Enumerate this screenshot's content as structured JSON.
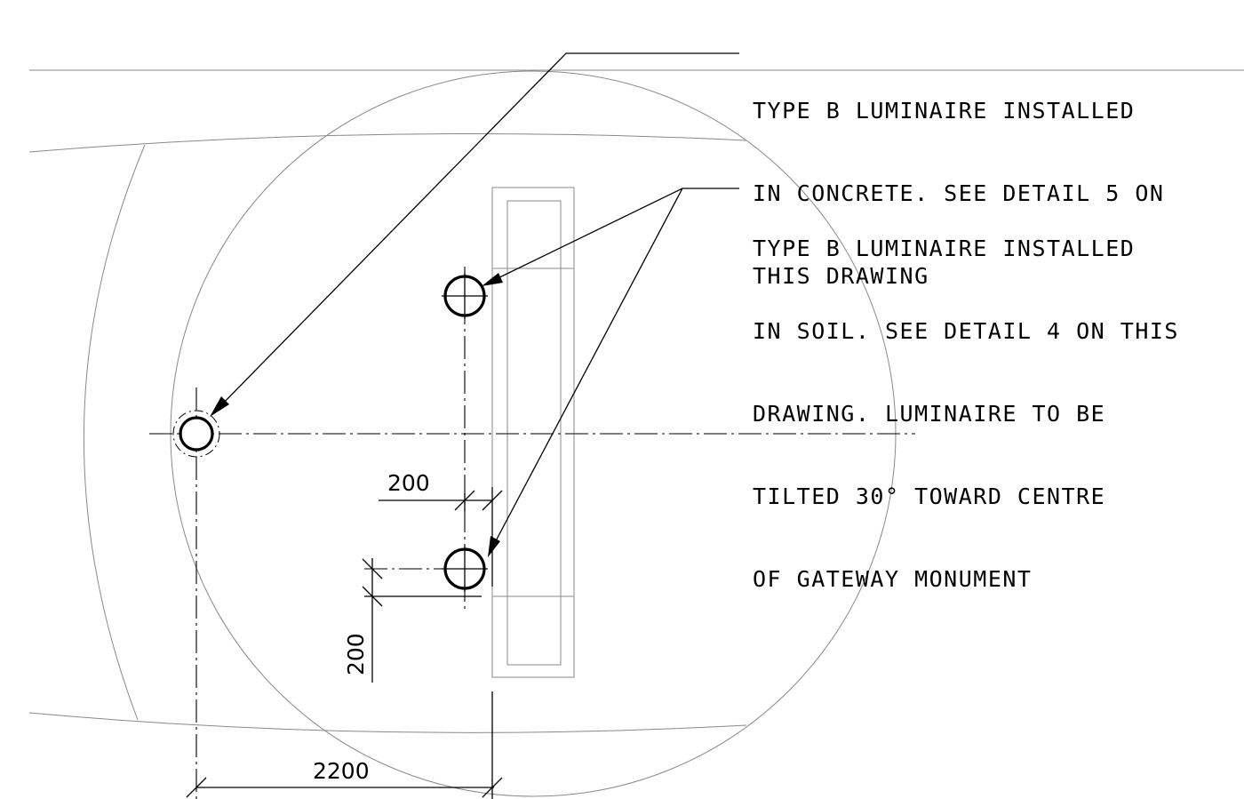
{
  "notes": {
    "concrete": {
      "lines": [
        "TYPE B LUMINAIRE INSTALLED",
        "IN CONCRETE. SEE DETAIL 5 ON",
        "THIS DRAWING"
      ]
    },
    "soil": {
      "lines": [
        "TYPE B LUMINAIRE INSTALLED",
        "IN SOIL. SEE DETAIL 4 ON THIS",
        "DRAWING. LUMINAIRE TO BE",
        "TILTED 30° TOWARD CENTRE",
        "OF GATEWAY MONUMENT"
      ]
    }
  },
  "dimensions": {
    "offset_horizontal": "200",
    "offset_vertical": "200",
    "overall": "2200"
  }
}
